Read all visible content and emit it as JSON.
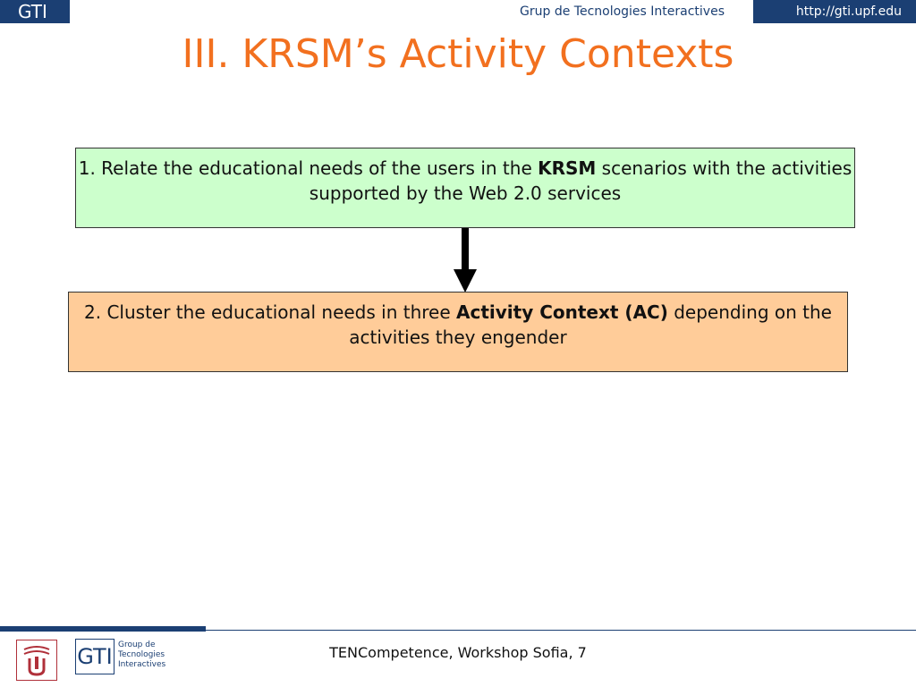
{
  "header": {
    "left_label": "GTI",
    "center_label": "Grup de Tecnologies Interactives",
    "url": "http://gti.upf.edu"
  },
  "slide": {
    "title": "III. KRSM’s Activity Contexts",
    "box1": {
      "pre": "1. Relate the educational needs of the users in the ",
      "bold": "KRSM",
      "post": " scenarios with the activities supported by the Web 2.0 services",
      "bg": "#ccffcc"
    },
    "box2": {
      "pre": "2. Cluster the educational needs in three ",
      "bold": "Activity Context (AC)",
      "post": " depending on the activities they engender",
      "bg": "#ffcc99"
    }
  },
  "footer": {
    "text": "TENCompetence, Workshop Sofia, 7",
    "gti_logo": {
      "letters": "GTI",
      "line1": "Group de",
      "line2": "Tecnologies",
      "line3": "Interactives"
    },
    "upf_logo_icon": "upf-seal-icon"
  },
  "colors": {
    "brand_blue": "#1b3f73",
    "title_orange": "#f2701f"
  }
}
